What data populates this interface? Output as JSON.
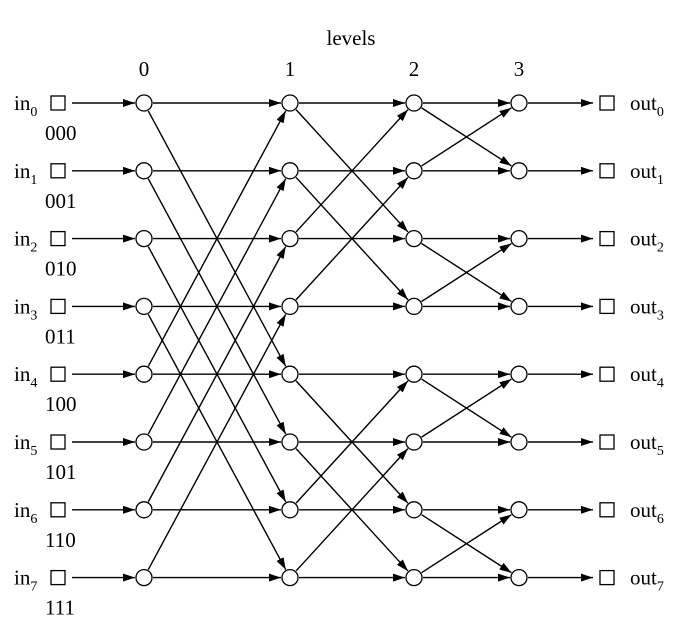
{
  "title": "levels",
  "level_labels": [
    "0",
    "1",
    "2",
    "3"
  ],
  "inputs": [
    {
      "base": "in",
      "sub": "0",
      "bits": "000"
    },
    {
      "base": "in",
      "sub": "1",
      "bits": "001"
    },
    {
      "base": "in",
      "sub": "2",
      "bits": "010"
    },
    {
      "base": "in",
      "sub": "3",
      "bits": "011"
    },
    {
      "base": "in",
      "sub": "4",
      "bits": "100"
    },
    {
      "base": "in",
      "sub": "5",
      "bits": "101"
    },
    {
      "base": "in",
      "sub": "6",
      "bits": "110"
    },
    {
      "base": "in",
      "sub": "7",
      "bits": "111"
    }
  ],
  "outputs": [
    {
      "base": "out",
      "sub": "0"
    },
    {
      "base": "out",
      "sub": "1"
    },
    {
      "base": "out",
      "sub": "2"
    },
    {
      "base": "out",
      "sub": "3"
    },
    {
      "base": "out",
      "sub": "4"
    },
    {
      "base": "out",
      "sub": "5"
    },
    {
      "base": "out",
      "sub": "6"
    },
    {
      "base": "out",
      "sub": "7"
    }
  ],
  "cross_edges": [
    {
      "from_level": 0,
      "to_level": 1,
      "span": 4
    },
    {
      "from_level": 1,
      "to_level": 2,
      "span": 2
    },
    {
      "from_level": 2,
      "to_level": 3,
      "span": 1
    }
  ]
}
